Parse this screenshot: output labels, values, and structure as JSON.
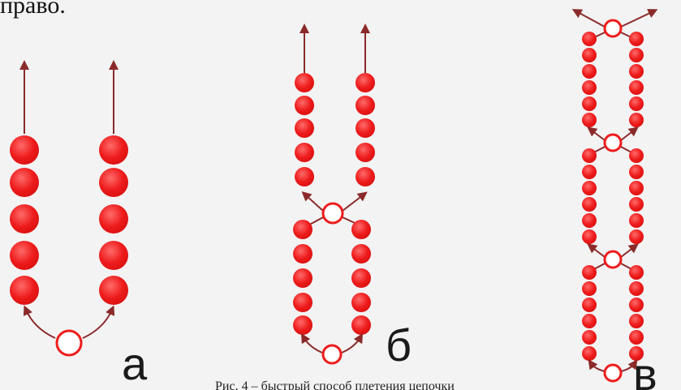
{
  "page_fragment_text": "право.",
  "caption_text": "Рис. 4 – быстрый способ плетения цепочки",
  "colors": {
    "bead": "#ee1c1c",
    "bead_highlight": "#ff6a6a",
    "thread": "#8b2a2a",
    "ring_fill": "#ffffff",
    "ring_stroke": "#ee1c1c",
    "background": "#f3f3f3"
  },
  "panels": [
    {
      "label": "а",
      "beads_per_column": 5,
      "rings": 1
    },
    {
      "label": "б",
      "beads_per_column": 5,
      "rings": 2
    },
    {
      "label": "в",
      "beads_per_column": 6,
      "rings": 4
    }
  ]
}
